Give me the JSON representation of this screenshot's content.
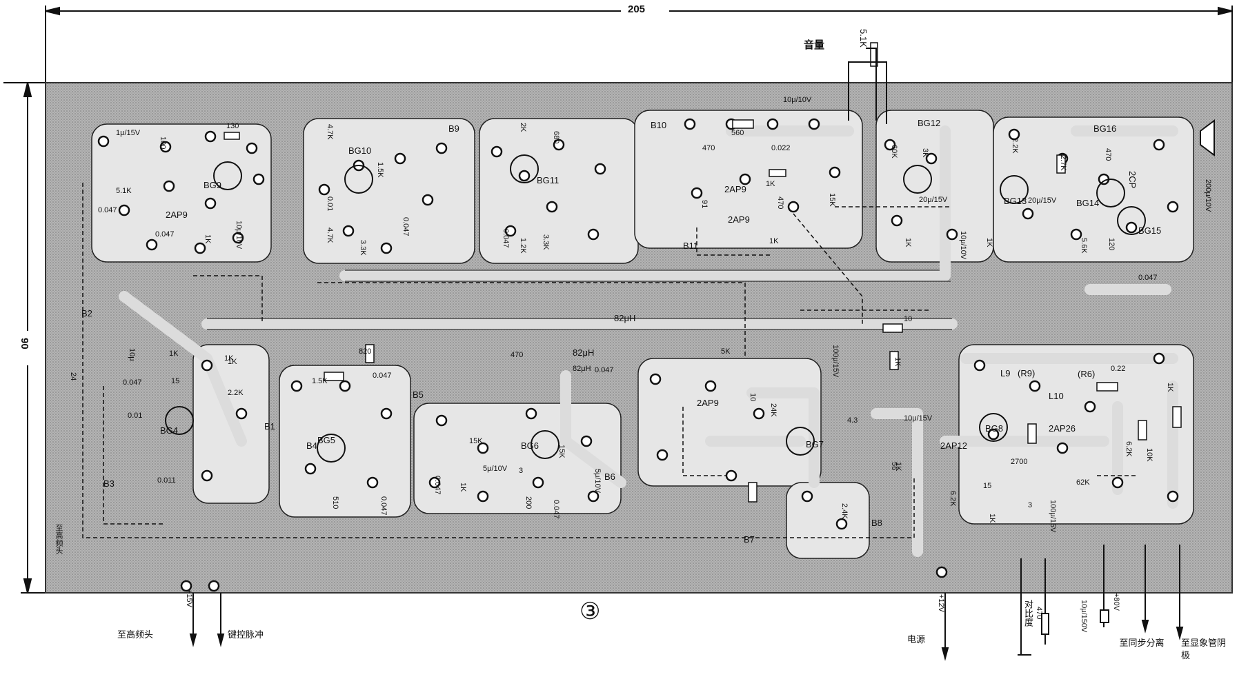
{
  "dimensions": {
    "width_mm": "205",
    "height_mm": "90"
  },
  "figure_number": "③",
  "volume_control": {
    "label": "音量",
    "value": "5.1K"
  },
  "colors": {
    "board": "#bdbdbd",
    "trace": "#d9d9d9",
    "ink": "#111111",
    "paper": "#ffffff"
  },
  "transistors": [
    "BG4",
    "BG5",
    "BG6",
    "BG7",
    "BG8",
    "BG9",
    "BG10",
    "BG11",
    "BG12",
    "BG13",
    "BG14",
    "BG15",
    "BG16"
  ],
  "transformers": [
    "B1",
    "B2",
    "B3",
    "B4",
    "B5",
    "B6",
    "B7",
    "B8",
    "B9",
    "B10",
    "B11"
  ],
  "diodes": [
    "2AP9",
    "2AP9",
    "2AP9",
    "2AP9",
    "2AP12",
    "2AP26",
    "2CP"
  ],
  "inductors": [
    "82μH",
    "82μH",
    "L9",
    "(R9)",
    "L10",
    "(R6)"
  ],
  "components": [
    "1μ/15V",
    "130",
    "100",
    "5.1K",
    "0.047",
    "0.047",
    "1K",
    "10μ/10V",
    "4.7K",
    "0.01",
    "4.7K",
    "3.3K",
    "0.047",
    "1.5K",
    "2K",
    "680",
    "0.047",
    "1.2K",
    "3.3K",
    "10μ/10V",
    "470",
    "560",
    "0.022",
    "1K",
    "470",
    "15K",
    "91",
    "1K",
    "60K",
    "3K",
    "1K",
    "20μ/15V",
    "1K",
    "10μ/10V",
    "2.7K",
    "2.2K",
    "20μ/15V",
    "470",
    "5.6K",
    "120",
    "200μ/10V",
    "0.047",
    "10",
    "470",
    "82μH",
    "0.047",
    "1K",
    "1.5K",
    "0.047",
    "820",
    "15K",
    "5μ/10V",
    "3",
    "200",
    "0.047",
    "15K",
    "5μ/10V",
    "0.047",
    "1K",
    "5K",
    "100μ/15V",
    "1K",
    "10",
    "24K",
    "2.4K",
    "1K",
    "56",
    "4.3",
    "10μ/15V",
    "2700",
    "15",
    "6.2K",
    "1K",
    "3",
    "62K",
    "100μ/15V",
    "0.22",
    "1K",
    "6.2K",
    "10K",
    "0.047",
    "10μ",
    "15",
    "1K",
    "0.01",
    "1K",
    "0.011",
    "510",
    "0.047",
    "2.2K",
    "24"
  ],
  "bottom_labels": {
    "supply_label": "+15V",
    "left_input": "至高频头",
    "keying_input": "键控脉冲",
    "power_voltage": "+12V",
    "power": "电源",
    "contrast": "对比度",
    "contrast_value": "470",
    "cap_150v": "10μ/150V",
    "plus_80v": "+80V",
    "sync_sep": "至同步分离",
    "to_tube": "至显象管阴极",
    "left_vertical": "至高频头"
  }
}
